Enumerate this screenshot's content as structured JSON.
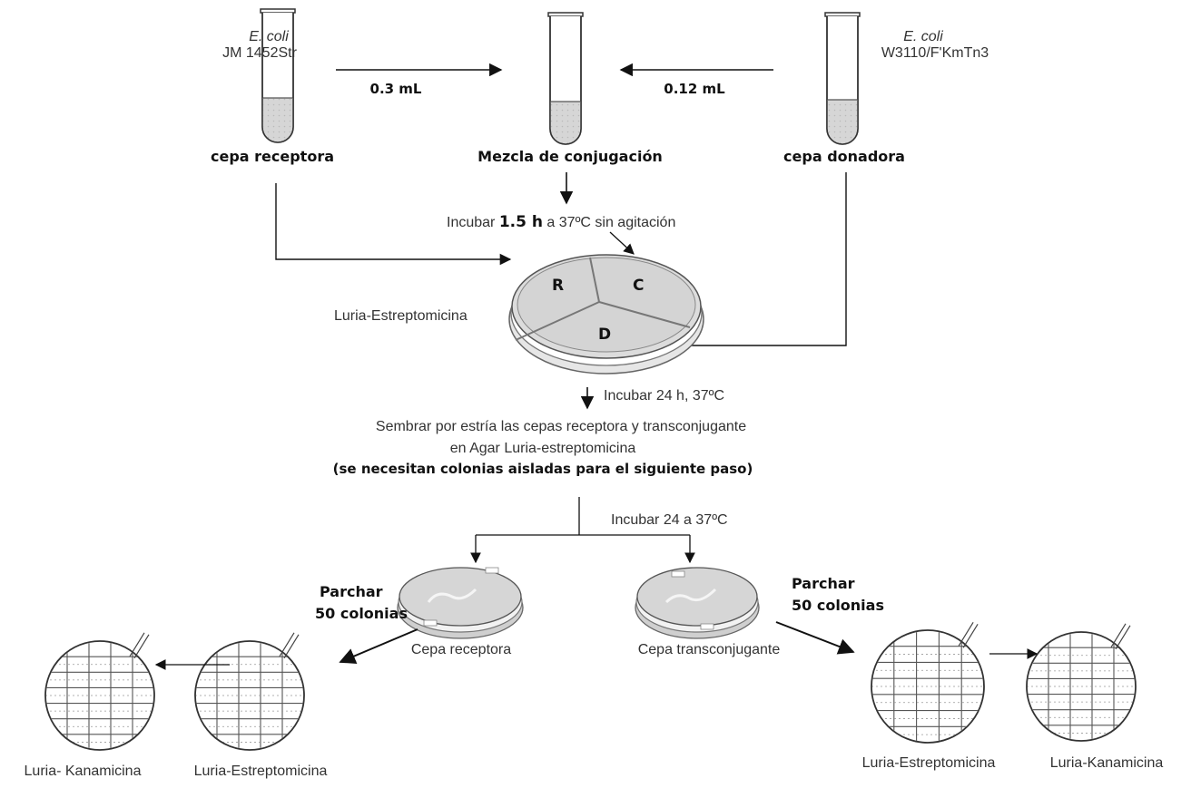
{
  "receptor": {
    "species": "E. coli",
    "strain": "JM 1452Str",
    "label": "cepa receptora",
    "volume": "0.3 mL"
  },
  "mixture": {
    "label": "Mezcla de conjugación"
  },
  "donor": {
    "species": "E. coli",
    "strain": "W3110/F'KmTn3",
    "label": "cepa donadora",
    "volume": "0.12 mL"
  },
  "incubation1": {
    "prefix": "Incubar",
    "time": "1.5 h",
    "suffix": "a 37ºC  sin agitación"
  },
  "plate1": {
    "medium": "Luria-Estreptomicina",
    "sector_r": "R",
    "sector_c": "C",
    "sector_d": "D"
  },
  "incubation2": "Incubar 24 h, 37ºC",
  "streak": {
    "line1": "Sembrar por estría las cepas receptora y transconjugante",
    "line2": "en Agar Luria-estreptomicina",
    "note": "(se necesitan colonias aisladas para el siguiente paso)"
  },
  "incubation3": "Incubar 24 a 37ºC",
  "patch_left": {
    "line1": "Parchar",
    "line2": "50 colonias"
  },
  "patch_right": {
    "line1": "Parchar",
    "line2": "50 colonias"
  },
  "plate_receptor": "Cepa receptora",
  "plate_transconjugant": "Cepa transconjugante",
  "grids": {
    "left_kan": "Luria- Kanamicina",
    "left_str": "Luria-Estreptomicina",
    "right_str": "Luria-Estreptomicina",
    "right_kan": "Luria-Kanamicina"
  }
}
